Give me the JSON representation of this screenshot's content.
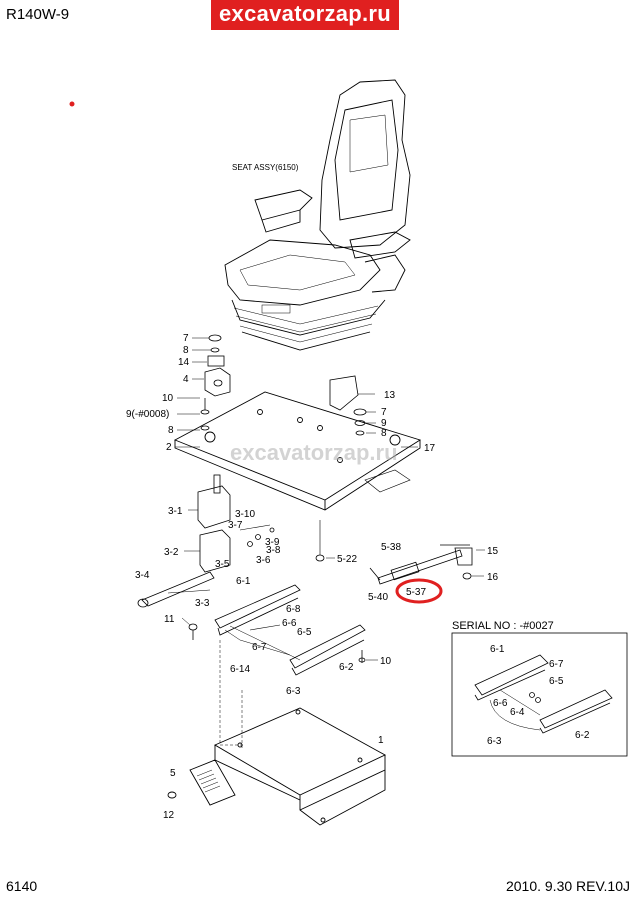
{
  "header": {
    "model": "R140W-9",
    "brand": "excavatorzap.ru"
  },
  "footer": {
    "page_number": "6140",
    "date_rev": "2010. 9.30  REV.10J"
  },
  "diagram": {
    "seat_label": "SEAT ASSY(6150)",
    "watermark": "excavatorzap.ru",
    "serial_note": "SERIAL NO : -#0027",
    "highlight_color": "#e02020",
    "callouts": [
      {
        "id": "c7a",
        "text": "7"
      },
      {
        "id": "c8a",
        "text": "8"
      },
      {
        "id": "c14",
        "text": "14"
      },
      {
        "id": "c4",
        "text": "4"
      },
      {
        "id": "c10a",
        "text": "10"
      },
      {
        "id": "c9",
        "text": "9(-#0008)"
      },
      {
        "id": "c8b",
        "text": "8"
      },
      {
        "id": "c2",
        "text": "2"
      },
      {
        "id": "c13",
        "text": "13"
      },
      {
        "id": "c7b",
        "text": "7"
      },
      {
        "id": "c9b",
        "text": "9"
      },
      {
        "id": "c8c",
        "text": "8"
      },
      {
        "id": "c17",
        "text": "17"
      },
      {
        "id": "c3_1",
        "text": "3-1"
      },
      {
        "id": "c3_10",
        "text": "3-10"
      },
      {
        "id": "c3_7",
        "text": "3-7"
      },
      {
        "id": "c3_9",
        "text": "3-9"
      },
      {
        "id": "c3_8",
        "text": "3-8"
      },
      {
        "id": "c3_2",
        "text": "3-2"
      },
      {
        "id": "c3_6",
        "text": "3-6"
      },
      {
        "id": "c3_5",
        "text": "3-5"
      },
      {
        "id": "c3_4",
        "text": "3-4"
      },
      {
        "id": "c3_3",
        "text": "3-3"
      },
      {
        "id": "c5_22",
        "text": "5-22"
      },
      {
        "id": "c5_38",
        "text": "5-38"
      },
      {
        "id": "c15",
        "text": "15"
      },
      {
        "id": "c16",
        "text": "16"
      },
      {
        "id": "c5_40",
        "text": "5-40"
      },
      {
        "id": "c5_37",
        "text": "5-37"
      },
      {
        "id": "c6_1",
        "text": "6-1"
      },
      {
        "id": "c6_8",
        "text": "6-8"
      },
      {
        "id": "c11",
        "text": "11"
      },
      {
        "id": "c6_6",
        "text": "6-6"
      },
      {
        "id": "c6_5",
        "text": "6-5"
      },
      {
        "id": "c6_7",
        "text": "6-7"
      },
      {
        "id": "c6_2",
        "text": "6-2"
      },
      {
        "id": "c10b",
        "text": "10"
      },
      {
        "id": "c6_14",
        "text": "6-14"
      },
      {
        "id": "c6_3",
        "text": "6-3"
      },
      {
        "id": "c1",
        "text": "1"
      },
      {
        "id": "c5",
        "text": "5"
      },
      {
        "id": "c12",
        "text": "12"
      },
      {
        "id": "d6_1",
        "text": "6-1"
      },
      {
        "id": "d6_7",
        "text": "6-7"
      },
      {
        "id": "d6_5",
        "text": "6-5"
      },
      {
        "id": "d6_6",
        "text": "6-6"
      },
      {
        "id": "d6_4",
        "text": "6-4"
      },
      {
        "id": "d6_3",
        "text": "6-3"
      },
      {
        "id": "d6_2",
        "text": "6-2"
      }
    ]
  }
}
